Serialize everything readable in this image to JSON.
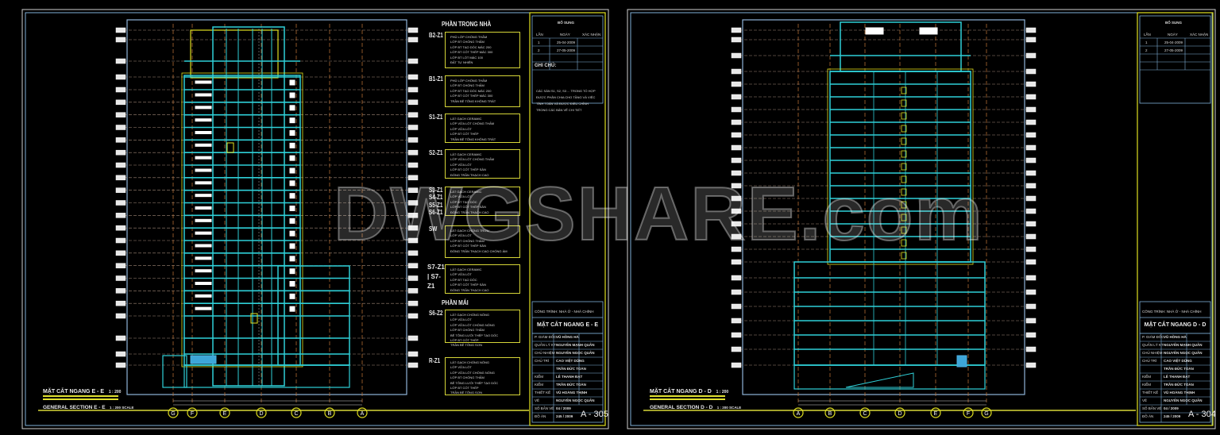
{
  "colors": {
    "background": "#000000",
    "frame": "#8fb4d8",
    "structure": "#2fd0d8",
    "outline": "#e0e020",
    "grid": "#c87a3a",
    "level": "#a08878",
    "text": "#ffffff"
  },
  "watermark": "DWGSHARE.com",
  "left_sheet": {
    "section_title_vn": "MẶT CẮT NGANG E - E",
    "section_scale": "1 : 200",
    "section_title_en": "GENERAL SECTION E - E",
    "section_scale_en": "1 : 200 SCALE",
    "axes": [
      "G",
      "F",
      "E",
      "D",
      "C",
      "B",
      "A"
    ],
    "legend": {
      "heading_interior": "PHẦN TRONG NHÀ",
      "heading_roof": "PHẦN MÁI",
      "blocks": [
        {
          "code": "B2-Z1",
          "lines": [
            "PHỦ LỚP CHỐNG THẤM",
            "LỚP BT CHỐNG THẤM",
            "LỚP BT TẠO DỐC MÁC 200",
            "LỚP BT CỐT THÉP MÁC 300",
            "LỚP BT LÓT MÁC 100",
            "ĐẤT TỰ NHIÊN"
          ]
        },
        {
          "code": "B1-Z1",
          "lines": [
            "PHỦ LỚP CHỐNG THẤM",
            "LỚP BT CHỐNG THẤM",
            "LỚP BT TẠO DỐC MÁC 200",
            "LỚP BT CỐT THÉP MÁC 300",
            "TRẦN BÊ TÔNG KHÔNG TRÁT"
          ]
        },
        {
          "code": "S1-Z1",
          "lines": [
            "LÁT GẠCH CERAMIC",
            "LỚP VỮA LÓT CHỐNG THẤM",
            "LỚP VỮA LÓT",
            "LỚP BT CỐT THÉP",
            "TRẦN BÊ TÔNG KHÔNG TRÁT"
          ]
        },
        {
          "code": "S2-Z1",
          "lines": [
            "LÁT GẠCH CERAMIC",
            "LỚP VỮA LÓT CHỐNG THẤM",
            "LỚP VỮA LÓT",
            "LỚP BT CỐT THÉP SÀN",
            "ĐÓNG TRẦN THẠCH CAO"
          ]
        },
        {
          "code": "S3-Z1 S4-Z1 S5-Z1 S6-Z1",
          "codes": [
            "S3-Z1",
            "S4-Z1",
            "S5-Z1",
            "S6-Z1"
          ],
          "lines": [
            "LÁT GẠCH CERAMIC",
            "LỚP VỮA LÓT",
            "LỚP BT TẠO DỐC",
            "LỚP BT CỐT THÉP SÀN",
            "ĐÓNG TRẦN THẠCH CAO"
          ]
        },
        {
          "code": "SW",
          "lines": [
            "LÁT GẠCH CHỐNG TRƠN",
            "LỚP VỮA LÓT",
            "LỚP BT CHỐNG THẤM",
            "LỚP BT CỐT THÉP SÀN",
            "ĐÓNG TRẦN THẠCH CAO CHỐNG ẨM"
          ]
        },
        {
          "code": "S7-Z1 | S7-Z1",
          "codes": [
            "S7-Z1",
            "S7-Z1"
          ],
          "lines": [
            "LÁT GẠCH CERAMIC",
            "LỚP VỮA LÓT",
            "LỚP BT TẠO DỐC",
            "LỚP BT CỐT THÉP SÀN",
            "ĐÓNG TRẦN THẠCH CAO"
          ]
        },
        {
          "code": "S6-Z2",
          "lines": [
            "LÁT GẠCH CHỐNG NÓNG",
            "LỚP VỮA LÓT",
            "LỚP VỮA LÓT CHỐNG NÓNG",
            "LỚP BT CHỐNG THẤM",
            "BÊ TÔNG LƯỚI THÉP TẠO DỐC",
            "LỚP BT CỐT THÉP",
            "TRẦN BÊ TÔNG SƠN"
          ]
        },
        {
          "code": "R-Z1",
          "lines": [
            "LÁT GẠCH CHỐNG NÓNG",
            "LỚP VỮA LÓT",
            "LỚP VỮA LÓT CHỐNG NÓNG",
            "LỚP BT CHỐNG THẤM",
            "BÊ TÔNG LƯỚI THÉP TẠO DỐC",
            "LỚP BT CỐT THÉP",
            "TRẦN BÊ TÔNG SƠN"
          ]
        }
      ]
    },
    "title_block": {
      "revision_header": "BỔ SUNG",
      "revision_cols": [
        "LẦN",
        "NGÀY",
        "XÁC NHẬN"
      ],
      "revisions": [
        [
          "1",
          "25-04-2009",
          ""
        ],
        [
          "2",
          "27-05-2009",
          ""
        ]
      ],
      "notes_label": "GHI CHÚ:",
      "notes": [
        "CÁC SÀN S1, S2, S3 ... TRONG TỔ HỢP",
        "ĐƯỢC PHÂN CHIA CHO TẦNG VÀ VIỆC",
        "TÍNH TOÁN VÀ ĐƯỢC ĐIỀU CHỈNH",
        "TRONG CÁC BẢN VẼ CHI TIẾT"
      ],
      "project": "CÔNG TRÌNH: NHÀ Ở  -  NHÀ CHÍNH",
      "drawing_title": "MẶT CẮT NGANG E - E",
      "roles": [
        [
          "P. GIÁM ĐỐC",
          "VŨ HỒNG HÀ"
        ],
        [
          "QUẢN LÝ KT",
          "NGUYỄN MẠNH QUÂN"
        ],
        [
          "CHỦ NHIỆM",
          "NGUYỄN NGỌC QUÂN"
        ],
        [
          "CHỦ TRÌ",
          "CAO VIỆT DŨNG"
        ],
        [
          "",
          "TRẦN ĐỨC TOÀN"
        ],
        [
          "KIỂM",
          "LÊ THANH ĐẠT"
        ],
        [
          "KIỂM",
          "TRẦN ĐỨC TOÀN"
        ],
        [
          "THIẾT KẾ",
          "VŨ HOÀNG THỊNH"
        ],
        [
          "VẼ",
          "NGUYỄN NGỌC QUÂN"
        ],
        [
          "SỐ BẢN VẼ",
          "04 / 2009"
        ],
        [
          "ĐỒ ÁN",
          "245 / 2009"
        ]
      ],
      "sheet_number": "A - 305"
    }
  },
  "right_sheet": {
    "section_title_vn": "MẶT CẮT NGANG D - D",
    "section_scale": "1 : 200",
    "section_title_en": "GENERAL SECTION D - D",
    "section_scale_en": "1 : 200 SCALE",
    "axes": [
      "A",
      "B",
      "C",
      "D",
      "E",
      "F",
      "G"
    ],
    "title_block": {
      "revision_header": "BỔ SUNG",
      "revision_cols": [
        "LẦN",
        "NGÀY",
        "XÁC NHẬN"
      ],
      "revisions": [
        [
          "1",
          "25-04-2009",
          ""
        ],
        [
          "2",
          "27-05-2009",
          ""
        ]
      ],
      "project": "CÔNG TRÌNH: NHÀ Ở  -  NHÀ CHÍNH",
      "drawing_title": "MẶT CẮT NGANG D - D",
      "roles": [
        [
          "P. GIÁM ĐỐC",
          "VŨ HỒNG HÀ"
        ],
        [
          "QUẢN LÝ KT",
          "NGUYỄN MẠNH QUÂN"
        ],
        [
          "CHỦ NHIỆM",
          "NGUYỄN NGỌC QUÂN"
        ],
        [
          "CHỦ TRÌ",
          "CAO VIỆT DŨNG"
        ],
        [
          "",
          "TRẦN ĐỨC TOÀN"
        ],
        [
          "KIỂM",
          "LÊ THANH ĐẠT"
        ],
        [
          "KIỂM",
          "TRẦN ĐỨC TOÀN"
        ],
        [
          "THIẾT KẾ",
          "VŨ HOÀNG THỊNH"
        ],
        [
          "VẼ",
          "NGUYỄN NGỌC QUÂN"
        ],
        [
          "SỐ BẢN VẼ",
          "04 / 2009"
        ],
        [
          "ĐỒ ÁN",
          "245 / 2009"
        ]
      ],
      "sheet_number": "A - 304"
    }
  }
}
